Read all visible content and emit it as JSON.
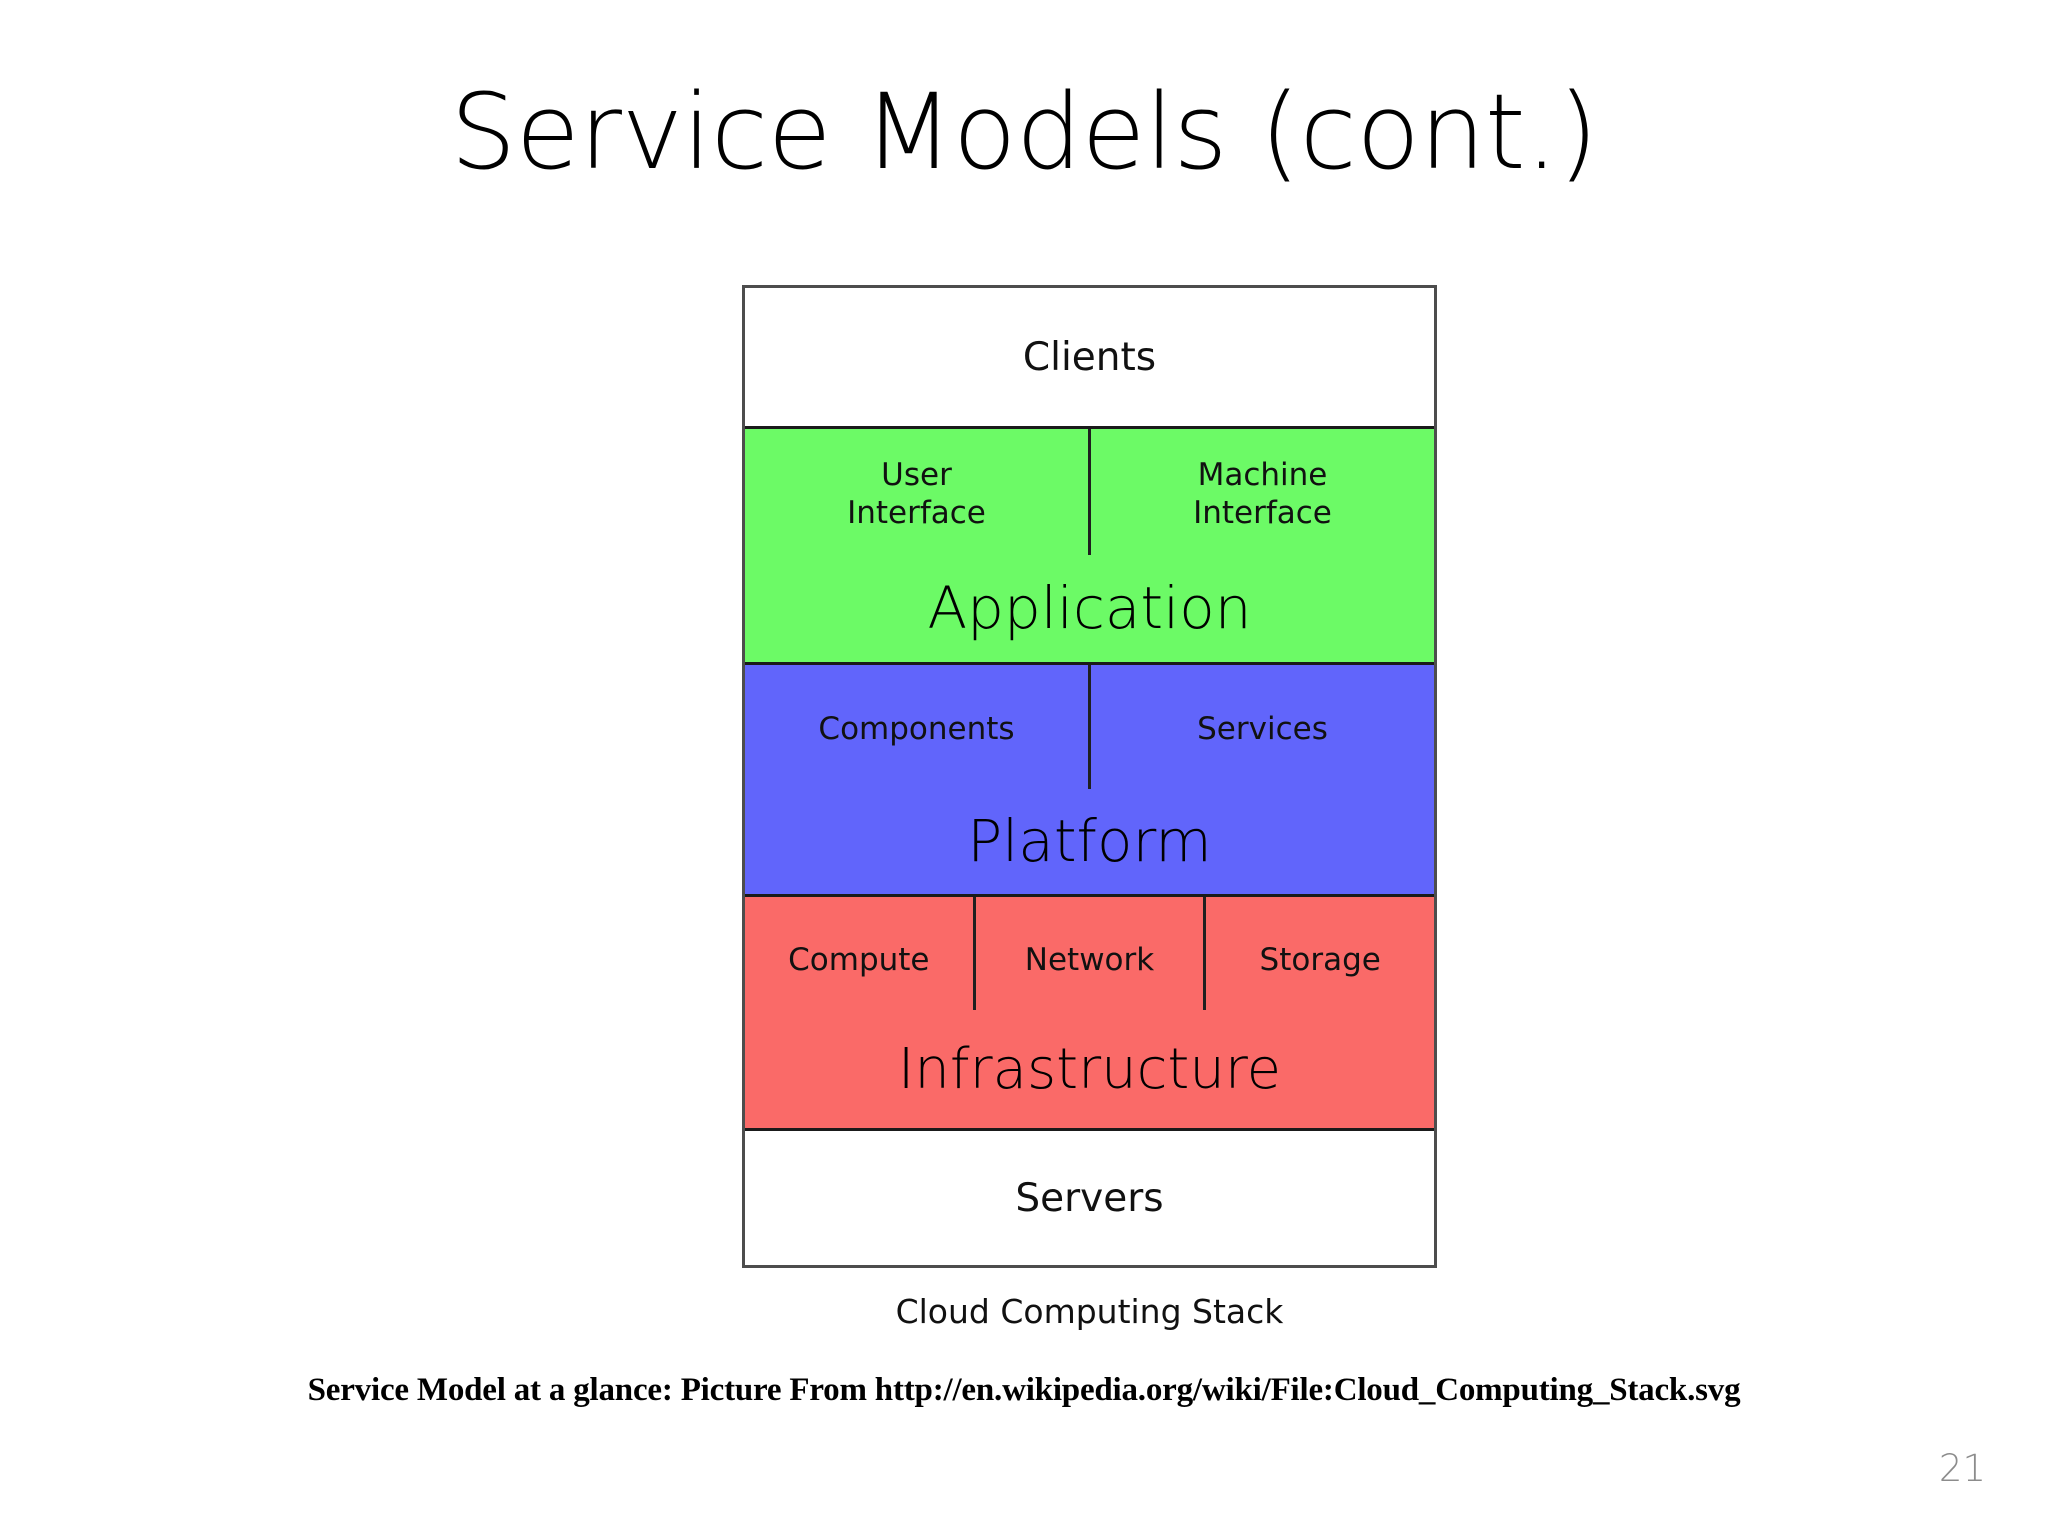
{
  "slide": {
    "title": "Service Models (cont.)",
    "page_number": "21",
    "attribution": "Service Model at a glance: Picture From http://en.wikipedia.org/wiki/File:Cloud_Computing_Stack.svg"
  },
  "diagram": {
    "caption": "Cloud Computing Stack",
    "colors": {
      "clients": "#ffffff",
      "application": "#6CFA66",
      "platform": "#6165FB",
      "infrastructure": "#FA6A68",
      "servers": "#ffffff",
      "border": "#4d4d4d",
      "divider": "#1a1a1a"
    },
    "rows": [
      {
        "id": "clients",
        "label": "Clients",
        "type": "plain"
      },
      {
        "id": "application",
        "label": "Application",
        "type": "tier",
        "cells": [
          "User\nInterface",
          "Machine\nInterface"
        ],
        "cell_line1": [
          "User",
          "Machine"
        ],
        "cell_line2": [
          "Interface",
          "Interface"
        ]
      },
      {
        "id": "platform",
        "label": "Platform",
        "type": "tier",
        "cells": [
          "Components",
          "Services"
        ]
      },
      {
        "id": "infrastructure",
        "label": "Infrastructure",
        "type": "tier",
        "cells": [
          "Compute",
          "Network",
          "Storage"
        ]
      },
      {
        "id": "servers",
        "label": "Servers",
        "type": "plain"
      }
    ]
  }
}
